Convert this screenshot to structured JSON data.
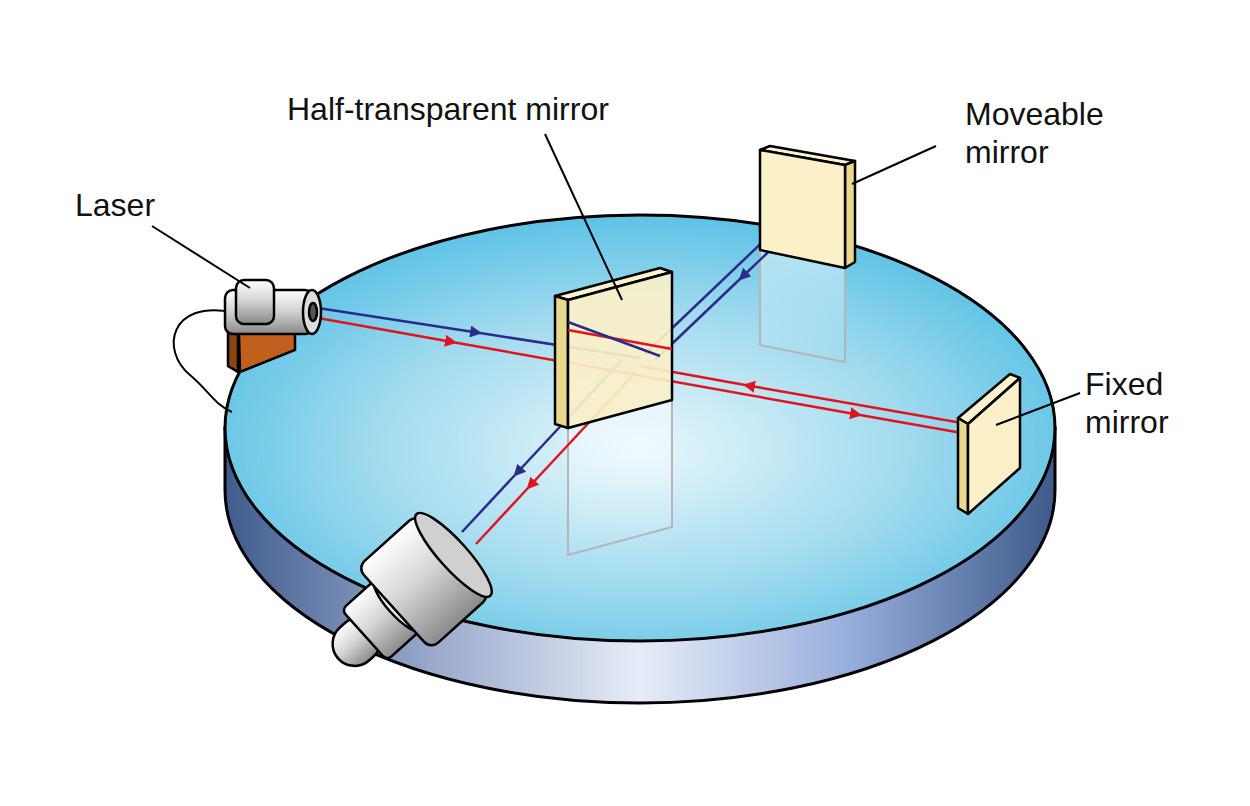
{
  "diagram": {
    "labels": [
      "Laser",
      "Half-transparent mirror",
      "Moveable mirror",
      "Fixed mirror"
    ]
  }
}
